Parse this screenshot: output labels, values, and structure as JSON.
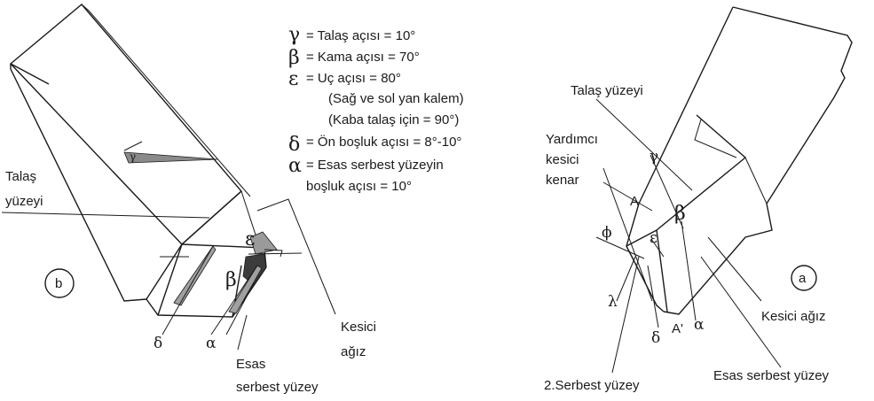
{
  "legend": [
    {
      "symbol": "γ",
      "text": "= Talaş açısı = 10°"
    },
    {
      "symbol": "β",
      "text": "= Kama açısı = 70°"
    },
    {
      "symbol": "ε",
      "text": "= Uç açısı = 80°"
    },
    {
      "symbol": "",
      "text": "(Sağ ve sol yan kalem)"
    },
    {
      "symbol": "",
      "text": "(Kaba talaş için = 90°)"
    },
    {
      "symbol": "δ",
      "text": "= Ön boşluk açısı = 8°-10°"
    },
    {
      "symbol": "α",
      "text": "= Esas serbest yüzeyin"
    },
    {
      "symbol": "",
      "text": "boşluk açısı = 10°"
    }
  ],
  "left_view": {
    "circle_label": "b",
    "talas_yuzeyi": [
      "Talaş",
      "yüzeyi"
    ],
    "kesici_agiz": [
      "Kesici",
      "ağız"
    ],
    "esas_serbest": [
      "Esas",
      "serbest yüzey"
    ],
    "angles": {
      "gamma": "γ",
      "epsilon": "ε",
      "beta": "β",
      "delta": "δ",
      "alpha": "α"
    }
  },
  "right_view": {
    "circle_label": "a",
    "talas_yuzeyi": "Talaş yüzeyi",
    "yardimci": [
      "Yardımcı",
      "kesici",
      "kenar"
    ],
    "kesici_agiz": "Kesici ağız",
    "serbest_2": "2.Serbest yüzey",
    "esas_serbest": "Esas serbest yüzey",
    "angles": {
      "gamma": "γ",
      "phi": "ϕ",
      "beta": "β",
      "epsilon": "ε",
      "lambda": "λ",
      "delta": "δ",
      "alpha": "α"
    },
    "points": {
      "a": "A",
      "a_prime": "A'"
    }
  }
}
